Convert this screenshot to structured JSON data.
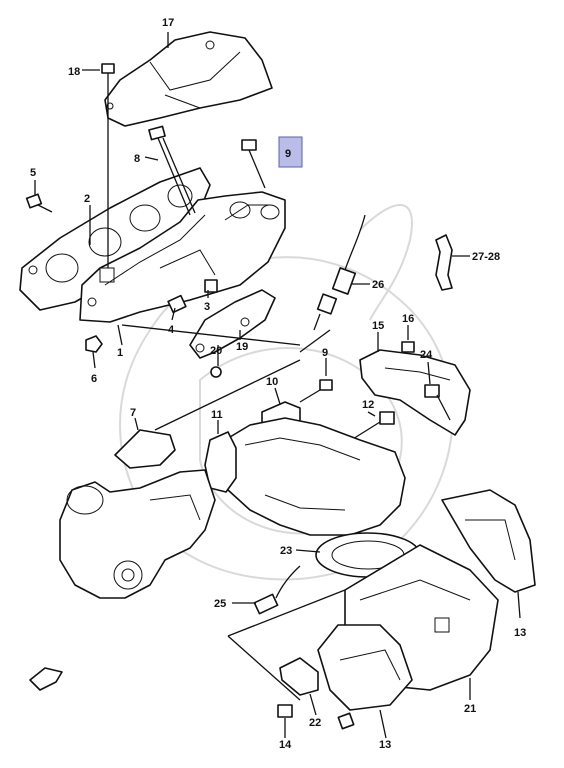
{
  "callouts": [
    {
      "id": "c1",
      "text": "1"
    },
    {
      "id": "c2",
      "text": "2"
    },
    {
      "id": "c3",
      "text": "3"
    },
    {
      "id": "c4",
      "text": "4"
    },
    {
      "id": "c5",
      "text": "5"
    },
    {
      "id": "c6",
      "text": "6"
    },
    {
      "id": "c7",
      "text": "7"
    },
    {
      "id": "c8",
      "text": "8"
    },
    {
      "id": "c9a",
      "text": "9"
    },
    {
      "id": "c9b",
      "text": "9"
    },
    {
      "id": "c10",
      "text": "10"
    },
    {
      "id": "c11",
      "text": "11"
    },
    {
      "id": "c12",
      "text": "12"
    },
    {
      "id": "c13a",
      "text": "13"
    },
    {
      "id": "c13b",
      "text": "13"
    },
    {
      "id": "c14",
      "text": "14"
    },
    {
      "id": "c15",
      "text": "15"
    },
    {
      "id": "c16",
      "text": "16"
    },
    {
      "id": "c17",
      "text": "17"
    },
    {
      "id": "c18",
      "text": "18"
    },
    {
      "id": "c19",
      "text": "19"
    },
    {
      "id": "c20",
      "text": "20"
    },
    {
      "id": "c21",
      "text": "21"
    },
    {
      "id": "c22",
      "text": "22"
    },
    {
      "id": "c23",
      "text": "23"
    },
    {
      "id": "c24",
      "text": "24"
    },
    {
      "id": "c25",
      "text": "25"
    },
    {
      "id": "c26",
      "text": "26"
    },
    {
      "id": "c27",
      "text": "27-28"
    }
  ],
  "highlight": {
    "callout": "9",
    "color": "#b9bde8"
  }
}
